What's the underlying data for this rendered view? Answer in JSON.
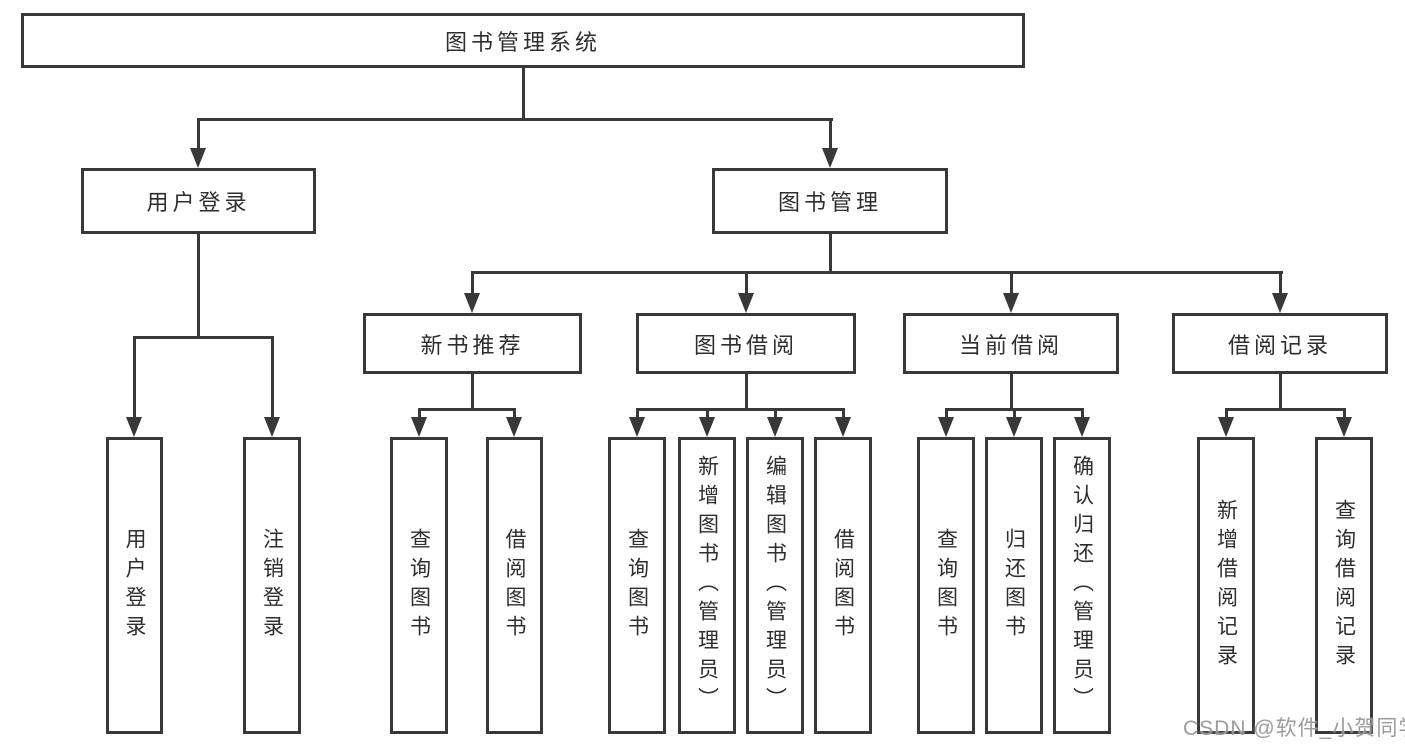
{
  "root": {
    "label": "图书管理系统"
  },
  "level2": {
    "user_login": {
      "label": "用户登录"
    },
    "book_mgmt": {
      "label": "图书管理"
    }
  },
  "user_login_children": [
    {
      "label": "用户登录"
    },
    {
      "label": "注销登录"
    }
  ],
  "sections": [
    {
      "label": "新书推荐",
      "children": [
        {
          "label": "查询图书"
        },
        {
          "label": "借阅图书"
        }
      ]
    },
    {
      "label": "图书借阅",
      "children": [
        {
          "label": "查询图书"
        },
        {
          "label": "新增图书（管理员）"
        },
        {
          "label": "编辑图书（管理员）"
        },
        {
          "label": "借阅图书"
        }
      ]
    },
    {
      "label": "当前借阅",
      "children": [
        {
          "label": "查询图书"
        },
        {
          "label": "归还图书"
        },
        {
          "label": "确认归还（管理员）"
        }
      ]
    },
    {
      "label": "借阅记录",
      "children": [
        {
          "label": "新增借阅记录"
        },
        {
          "label": "查询借阅记录"
        }
      ]
    }
  ],
  "watermark": {
    "text": "CSDN @软件_小贺同学"
  },
  "colors": {
    "line": "#383838",
    "text": "#2e2e2e",
    "watermark": "#949494",
    "background": "#ffffff"
  }
}
